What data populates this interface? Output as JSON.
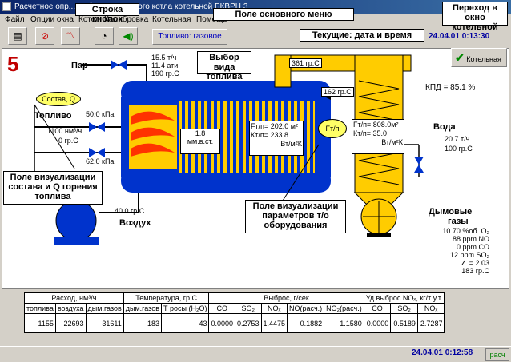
{
  "window": {
    "title": "Расчетное опр... выбросов парового котла котельной БКВРЦ 3"
  },
  "menu": [
    "Файл",
    "Опции окна",
    "Котел",
    "Калибровка",
    "Котельная",
    "Помощь"
  ],
  "toolbar": {
    "fuel_button": "Топливо: газовое",
    "datetime": "24.04.01 0:13:30",
    "boiler_button": "Котельная",
    "icons": [
      "report-icon",
      "exit-icon",
      "chart-icon",
      "clock-icon",
      "sound-icon"
    ]
  },
  "callouts": {
    "buttons_row": "Строка кнопок",
    "main_menu": "Поле основного меню",
    "to_boiler_room": "Переход в окно котельной",
    "datetime": "Текущие: дата и время",
    "fuel_choice": "Выбор вида топлива",
    "fuel_visual": "Поле визуализации состава и Q горения топлива",
    "equip_visual": "Поле визуализации параметров т/о оборудования"
  },
  "diagram": {
    "boiler_number": "5",
    "steam": {
      "label": "Пар",
      "flow": "15.5 т/ч",
      "pressure": "11.4 ати",
      "temp": "190 гр.С"
    },
    "fuel": {
      "label": "Топливо",
      "composition_button": "Состав, Q",
      "pressure1": "50.0 кПа",
      "flow": "1100 нм³/ч",
      "temp": "0 гр.С",
      "pressure2": "62.0 кПа"
    },
    "furnace": {
      "value": "1.8",
      "unit": "мм.в.ст."
    },
    "boiler_params": {
      "F_label": "Fт/п=",
      "F_value": "202.0 м²",
      "K_label": "Кт/п=",
      "K_value": "233.8",
      "K_unit": "Вт/м²К"
    },
    "ftp_button": "Fт/п",
    "economizer": {
      "F_label": "Fт/п=",
      "F_value": "808.0м²",
      "K_label": "Кт/п=",
      "K_value": "35.0",
      "K_unit": "Вт/м²К"
    },
    "gas_temp_top": "361 гр.С",
    "gas_temp_mid": "162 гр.С",
    "efficiency": "КПД = 85.1  %",
    "water": {
      "label": "Вода",
      "flow": "20.7 т/ч",
      "temp": "100 гр.С"
    },
    "air": {
      "label": "Воздух",
      "temp": "40.0 гр.С"
    },
    "flue_gas": {
      "label1": "Дымовые",
      "label2": "газы",
      "lines": [
        "10.70 %об. O₂",
        "88 ppm NO",
        "0 ppm CO",
        "12 ppm SO₂",
        "∠ = 2.03",
        "183 гр.С"
      ]
    }
  },
  "table": {
    "group_headers": [
      "Расход, нм³/ч",
      "Температура, гр.С",
      "Выброс, г/сек",
      "Уд.выброс NOₓ, кг/т у.т."
    ],
    "columns": [
      "топлива",
      "воздуха",
      "дым.газов",
      "дым.газов",
      "Т росы (H₂O)",
      "CO",
      "SO₂",
      "NOₓ",
      "NO(расч.)",
      "NO₂(расч.)",
      "CO",
      "SO₂",
      "NOₓ"
    ],
    "values": [
      "1155",
      "22693",
      "31611",
      "183",
      "43",
      "0.0000",
      "0.2753",
      "1.4475",
      "0.1882",
      "1.1580",
      "0.0000",
      "0.5189",
      "2.7287"
    ]
  },
  "status": {
    "datetime": "24.04.01 0:12:58",
    "mode": "расч"
  },
  "colors": {
    "boiler_blue": "#0033cc",
    "economizer_yellow": "#ffcc00",
    "flame_red": "#ff3300",
    "callout_fill": "#ffff66"
  }
}
